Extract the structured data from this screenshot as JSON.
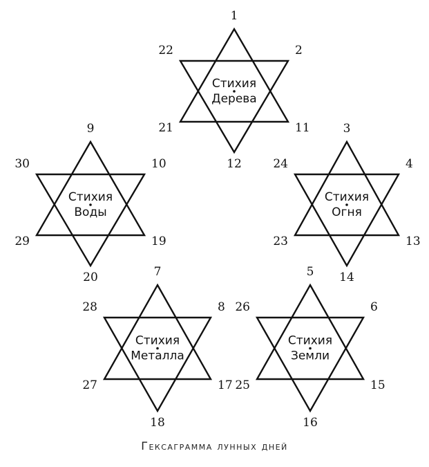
{
  "caption": "Гексаграмма лунных дней",
  "stars": [
    {
      "id": "wood",
      "line1": "Стихия",
      "line2": "Дерева",
      "numbers": {
        "top": "1",
        "upper_right": "2",
        "lower_right": "11",
        "bottom": "12",
        "lower_left": "21",
        "upper_left": "22"
      }
    },
    {
      "id": "water",
      "line1": "Стихия",
      "line2": "Воды",
      "numbers": {
        "top": "9",
        "upper_right": "10",
        "lower_right": "19",
        "bottom": "20",
        "lower_left": "29",
        "upper_left": "30"
      }
    },
    {
      "id": "fire",
      "line1": "Стихия",
      "line2": "Огня",
      "numbers": {
        "top": "3",
        "upper_right": "4",
        "lower_right": "13",
        "bottom": "14",
        "lower_left": "23",
        "upper_left": "24"
      }
    },
    {
      "id": "metal",
      "line1": "Стихия",
      "line2": "Металла",
      "numbers": {
        "top": "7",
        "upper_right": "8",
        "lower_right": "17",
        "bottom": "18",
        "lower_left": "27",
        "upper_left": "28"
      }
    },
    {
      "id": "earth",
      "line1": "Стихия",
      "line2": "Земли",
      "numbers": {
        "top": "5",
        "upper_right": "6",
        "lower_right": "15",
        "bottom": "16",
        "lower_left": "25",
        "upper_left": "26"
      }
    }
  ]
}
